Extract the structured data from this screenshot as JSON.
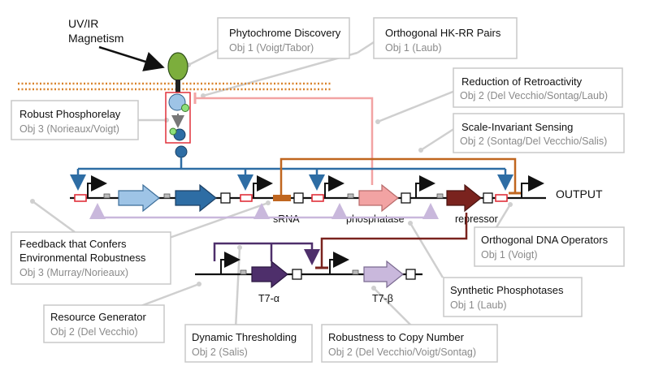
{
  "signals": {
    "line1": "UV/IR",
    "line2": "Magnetism"
  },
  "output_label": "OUTPUT",
  "gene_labels": {
    "srna": "sRNA",
    "phosphatase": "phosphatase",
    "repressor": "repressor",
    "t7_alpha": "T7-α",
    "t7_beta": "T7-β"
  },
  "boxes": {
    "phytochrome": {
      "title": "Phytochrome Discovery",
      "sub": "Obj 1 (Voigt/Tabor)"
    },
    "hkrr": {
      "title": "Orthogonal HK-RR Pairs",
      "sub": "Obj 1 (Laub)"
    },
    "retro": {
      "title": "Reduction of Retroactivity",
      "sub": "Obj 2 (Del Vecchio/Sontag/Laub)"
    },
    "phosphorelay": {
      "title": "Robust Phosphorelay",
      "sub": "Obj 3 (Norieaux/Voigt)"
    },
    "scale": {
      "title": "Scale-Invariant Sensing",
      "sub": "Obj 2 (Sontag/Del Vecchio/Salis)"
    },
    "feedback": {
      "title1": "Feedback that Confers",
      "title2": "Environmental Robustness",
      "sub": "Obj 3 (Murray/Norieaux)"
    },
    "dna_ops": {
      "title": "Orthogonal DNA Operators",
      "sub": "Obj 1 (Voigt)"
    },
    "resource": {
      "title": "Resource Generator",
      "sub": "Obj 2 (Del Vecchio)"
    },
    "synth_phos": {
      "title": "Synthetic Phosphotases",
      "sub": "Obj 1 (Laub)"
    },
    "dynamic": {
      "title": "Dynamic Thresholding",
      "sub": "Obj 2 (Salis)"
    },
    "copy": {
      "title": "Robustness to Copy Number",
      "sub": "Obj 2 (Del Vecchio/Voigt/Sontag)"
    }
  },
  "colors": {
    "blue": "#2e6da4",
    "light_blue": "#9ec4e6",
    "orange": "#c0661f",
    "pink": "#f2a3a3",
    "dark_red": "#7a231e",
    "purple": "#4e2f6b",
    "lavender": "#c9b8dc",
    "green": "#7cae3c",
    "red_box": "#e0303a",
    "membrane": "#d9822b"
  }
}
